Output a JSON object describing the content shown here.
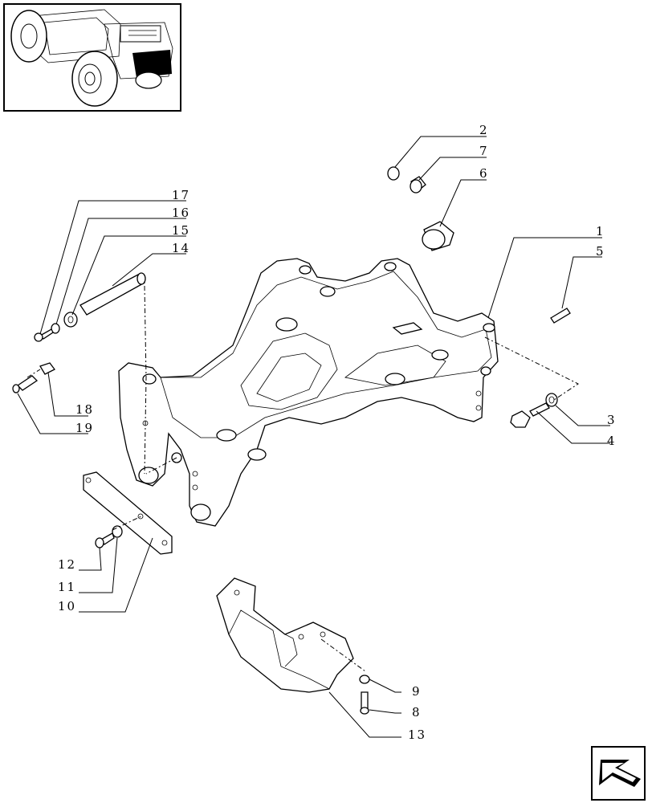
{
  "callouts": {
    "c1": "1",
    "c2": "2",
    "c3": "3",
    "c4": "4",
    "c5": "5",
    "c6": "6",
    "c7": "7",
    "c8": "8",
    "c9": "9",
    "c10": "10",
    "c11": "11",
    "c12": "12",
    "c13": "13",
    "c14": "14",
    "c15": "15",
    "c16": "16",
    "c17": "17",
    "c18": "18",
    "c19": "19"
  },
  "icons": {
    "thumbnail": "tractor-thumbnail-icon",
    "nav": "back-arrow-icon"
  }
}
